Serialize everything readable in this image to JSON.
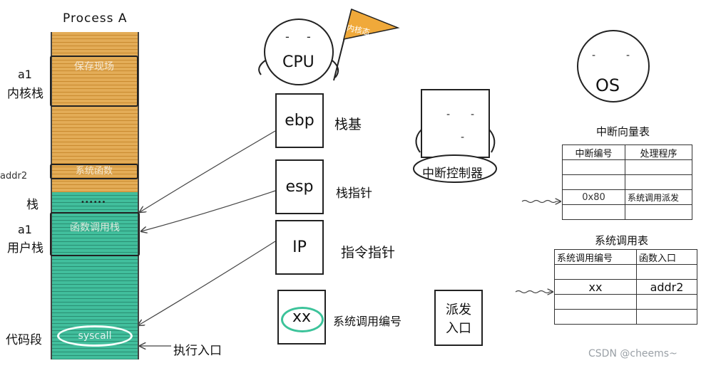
{
  "process": {
    "title": "Process A",
    "left_labels": {
      "kernel_stack_prefix": "a1",
      "kernel_stack": "内核栈",
      "addr2": "addr2",
      "stack": "栈",
      "user_stack_prefix": "a1",
      "user_stack": "用户栈",
      "code_segment": "代码段"
    },
    "boxes": {
      "save_context": "保存现场",
      "system_function": "系统函数",
      "function_call_stack": "函数调用栈",
      "dots": "••••••",
      "syscall": "syscall"
    },
    "entry_label": "执行入口"
  },
  "cpu": {
    "name": "CPU",
    "flag": "内核态",
    "registers": [
      {
        "reg": "ebp",
        "desc": "栈基"
      },
      {
        "reg": "esp",
        "desc": "栈指针"
      },
      {
        "reg": "IP",
        "desc": "指令指针"
      },
      {
        "reg": "xx",
        "desc": "系统调用编号"
      }
    ]
  },
  "dispatch": {
    "line1": "派发",
    "line2": "入口"
  },
  "interrupt_controller": {
    "name": "中断控制器"
  },
  "os": {
    "name": "OS"
  },
  "interrupt_vector_table": {
    "title": "中断向量表",
    "headers": [
      "中断编号",
      "处理程序"
    ],
    "rows": [
      [
        "",
        ""
      ],
      [
        "",
        ""
      ],
      [
        "0x80",
        "系统调用派发"
      ],
      [
        "",
        ""
      ]
    ]
  },
  "syscall_table": {
    "title": "系统调用表",
    "headers": [
      "系统调用编号",
      "函数入口"
    ],
    "rows": [
      [
        "",
        ""
      ],
      [
        "xx",
        "addr2"
      ],
      [
        "",
        ""
      ],
      [
        "",
        ""
      ]
    ]
  },
  "watermark": "CSDN @cheems~",
  "colors": {
    "kernel_stack": "#e3ac57",
    "user_stack": "#41be9c",
    "flag": "#f0a93a",
    "highlight_ring": "#3cc39a"
  }
}
